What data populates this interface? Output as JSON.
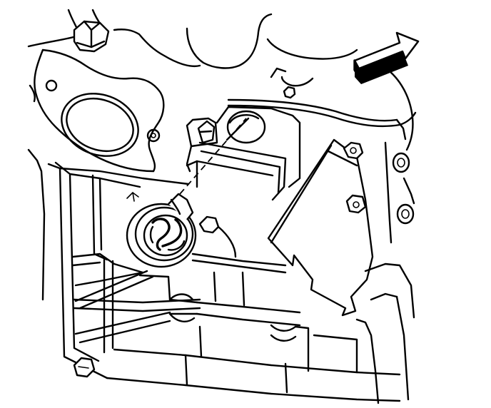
{
  "illustration": {
    "parts": [
      {
        "id": "engine-block",
        "icon": "engine-block-outline"
      },
      {
        "id": "exhaust-flange",
        "icon": "flange-gasket"
      },
      {
        "id": "top-bolt",
        "icon": "hex-bolt"
      },
      {
        "id": "mounting-bracket",
        "icon": "bracket-plate"
      },
      {
        "id": "oil-pan",
        "icon": "oil-pan-ribbed"
      },
      {
        "id": "oil-pump-drive-plug",
        "icon": "round-plug-with-slot"
      },
      {
        "id": "direction-arrow",
        "icon": "block-arrow-right"
      }
    ],
    "colors": {
      "line": "#000000",
      "background": "#ffffff"
    }
  }
}
